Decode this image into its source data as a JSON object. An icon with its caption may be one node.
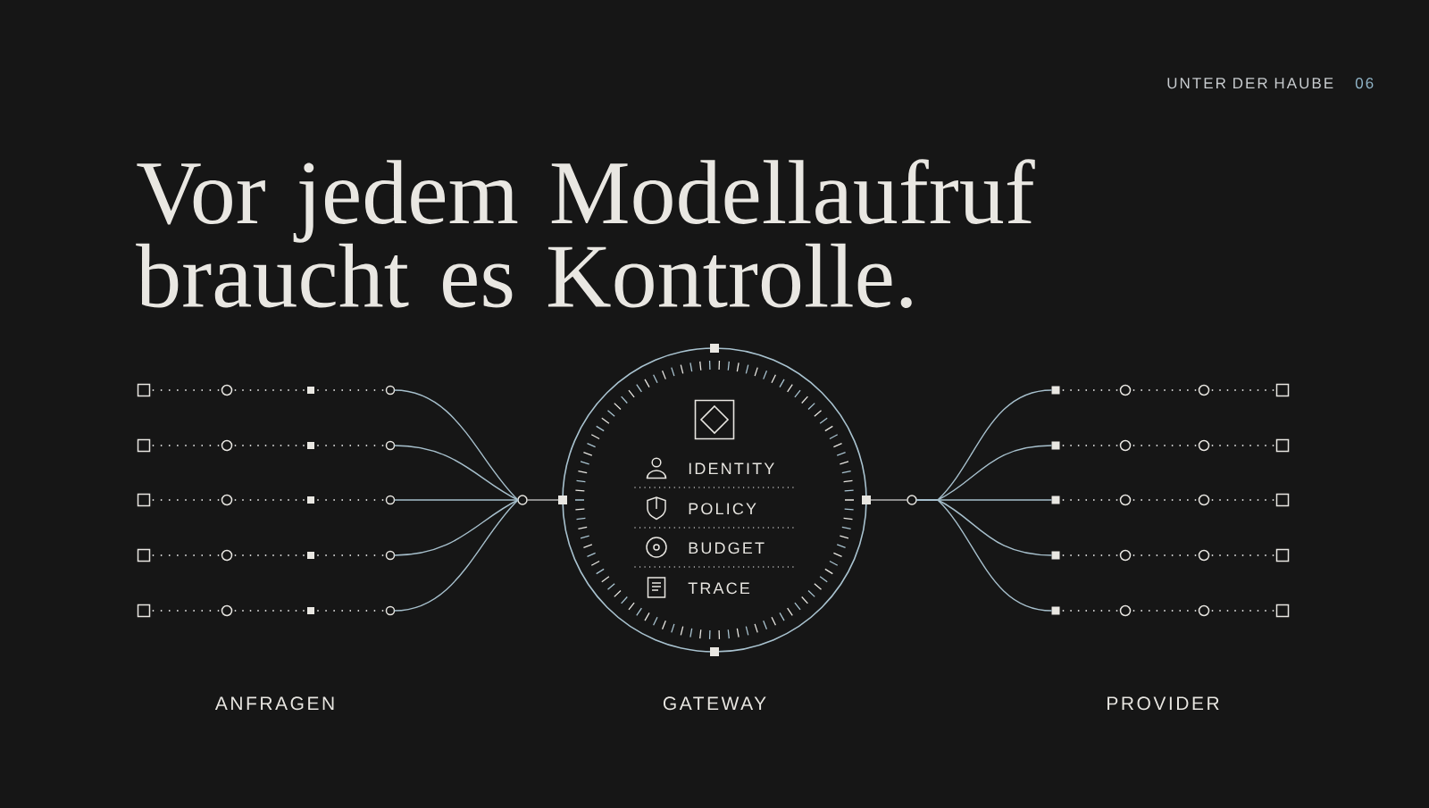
{
  "diagram": {
    "title": "Vor jedem Modellaufruf braucht es Kontrolle.",
    "nodes": [
      {
        "text": [],
        "shape": "box"
      },
      {
        "text": [],
        "shape": "circle"
      },
      {
        "text": [],
        "shape": "box"
      },
      {
        "text": [],
        "shape": "circle"
      },
      {
        "text": [],
        "shape": "box"
      },
      {
        "text": [],
        "shape": "circle"
      },
      {
        "text": [],
        "shape": "box"
      },
      {
        "text": [],
        "shape": "circle"
      },
      {
        "text": [],
        "shape": "box"
      },
      {
        "text": [],
        "shape": "circle"
      },
      {
        "text": [],
        "shape": "box"
      },
      {
        "text": [],
        "shape": "circle"
      },
      {
        "text": [],
        "shape": "box"
      },
      {
        "text": [],
        "shape": "circle"
      },
      {
        "text": [],
        "shape": "box"
      },
      {
        "text": [],
        "shape": "circle"
      },
      {
        "text": [],
        "shape": "box"
      },
      {
        "text": [],
        "shape": "circle"
      },
      {
        "text": [],
        "shape": "box"
      },
      {
        "text": [],
        "shape": "circle"
      },
      {
        "text": [],
        "shape": "circle"
      },
      {
        "text": [
          "IDENTITY",
          "POLICY",
          "BUDGET",
          "TRACE"
        ]
      },
      {
        "text": [],
        "shape": "circle"
      },
      {
        "text": [],
        "shape": "box"
      },
      {
        "text": [],
        "shape": "circle"
      },
      {
        "text": [],
        "shape": "circle"
      },
      {
        "text": [],
        "shape": "box"
      },
      {
        "text": [],
        "shape": "box"
      },
      {
        "text": [],
        "shape": "circle"
      },
      {
        "text": [],
        "shape": "circle"
      },
      {
        "text": [],
        "shape": "box"
      },
      {
        "text": [],
        "shape": "box"
      },
      {
        "text": [],
        "shape": "circle"
      },
      {
        "text": [],
        "shape": "circle"
      },
      {
        "text": [],
        "shape": "box"
      },
      {
        "text": [],
        "shape": "box"
      },
      {
        "text": [],
        "shape": "circle"
      },
      {
        "text": [],
        "shape": "circle"
      },
      {
        "text": [],
        "shape": "box"
      },
      {
        "text": [],
        "shape": "box"
      },
      {
        "text": [],
        "shape": "circle"
      },
      {
        "text": [],
        "shape": "circle"
      },
      {
        "text": [],
        "shape": "box"
      }
    ],
    "edges": [
      {
        "from": 0,
        "to": 1,
        "arrow": "none",
        "style": "dashed"
      },
      {
        "from": 1,
        "to": 2,
        "arrow": "none",
        "style": "dashed"
      },
      {
        "from": 2,
        "to": 3,
        "arrow": "none",
        "style": "dashed"
      },
      {
        "from": 3,
        "to": 20,
        "arrow": "none",
        "color": "#a7c0cd"
      },
      {
        "from": 4,
        "to": 5,
        "arrow": "none",
        "style": "dashed"
      },
      {
        "from": 5,
        "to": 6,
        "arrow": "none",
        "style": "dashed"
      },
      {
        "from": 6,
        "to": 7,
        "arrow": "none",
        "style": "dashed"
      },
      {
        "from": 7,
        "to": 20,
        "arrow": "none",
        "color": "#a7c0cd"
      },
      {
        "from": 8,
        "to": 9,
        "arrow": "none",
        "style": "dashed"
      },
      {
        "from": 9,
        "to": 10,
        "arrow": "none",
        "style": "dashed"
      },
      {
        "from": 10,
        "to": 11,
        "arrow": "none",
        "style": "dashed"
      },
      {
        "from": 11,
        "to": 20,
        "arrow": "none",
        "color": "#a7c0cd"
      },
      {
        "from": 12,
        "to": 13,
        "arrow": "none",
        "style": "dashed"
      },
      {
        "from": 13,
        "to": 14,
        "arrow": "none",
        "style": "dashed"
      },
      {
        "from": 14,
        "to": 15,
        "arrow": "none",
        "style": "dashed"
      },
      {
        "from": 15,
        "to": 20,
        "arrow": "none",
        "color": "#a7c0cd"
      },
      {
        "from": 16,
        "to": 17,
        "arrow": "none",
        "style": "dashed"
      },
      {
        "from": 17,
        "to": 18,
        "arrow": "none",
        "style": "dashed"
      },
      {
        "from": 18,
        "to": 19,
        "arrow": "none",
        "style": "dashed"
      },
      {
        "from": 19,
        "to": 20,
        "arrow": "none",
        "color": "#a7c0cd"
      },
      {
        "from": 20,
        "to": 21,
        "arrow": "none",
        "color": "#b4b4b4"
      },
      {
        "from": 21,
        "to": 22,
        "arrow": "none",
        "color": "#b4b4b4"
      },
      {
        "from": 22,
        "to": 23,
        "arrow": "none",
        "color": "#a7c0cd"
      },
      {
        "from": 23,
        "to": 24,
        "arrow": "none",
        "style": "dashed"
      },
      {
        "from": 24,
        "to": 25,
        "arrow": "none",
        "style": "dashed"
      },
      {
        "from": 25,
        "to": 26,
        "arrow": "none",
        "style": "dashed"
      },
      {
        "from": 22,
        "to": 27,
        "arrow": "none",
        "color": "#a7c0cd"
      },
      {
        "from": 27,
        "to": 28,
        "arrow": "none",
        "style": "dashed"
      },
      {
        "from": 28,
        "to": 29,
        "arrow": "none",
        "style": "dashed"
      },
      {
        "from": 29,
        "to": 30,
        "arrow": "none",
        "style": "dashed"
      },
      {
        "from": 22,
        "to": 31,
        "arrow": "none",
        "color": "#a7c0cd"
      },
      {
        "from": 31,
        "to": 32,
        "arrow": "none",
        "style": "dashed"
      },
      {
        "from": 32,
        "to": 33,
        "arrow": "none",
        "style": "dashed"
      },
      {
        "from": 33,
        "to": 34,
        "arrow": "none",
        "style": "dashed"
      },
      {
        "from": 22,
        "to": 35,
        "arrow": "none",
        "color": "#a7c0cd"
      },
      {
        "from": 35,
        "to": 36,
        "arrow": "none",
        "style": "dashed"
      },
      {
        "from": 36,
        "to": 37,
        "arrow": "none",
        "style": "dashed"
      },
      {
        "from": 37,
        "to": 38,
        "arrow": "none",
        "style": "dashed"
      },
      {
        "from": 22,
        "to": 39,
        "arrow": "none",
        "color": "#a7c0cd"
      },
      {
        "from": 39,
        "to": 40,
        "arrow": "none",
        "style": "dashed"
      },
      {
        "from": 40,
        "to": 41,
        "arrow": "none",
        "style": "dashed"
      },
      {
        "from": 41,
        "to": 42,
        "arrow": "none",
        "style": "dashed"
      }
    ],
    "labels": [
      "UNTER DER HAUBE",
      "06",
      "ANFRAGEN",
      "GATEWAY",
      "PROVIDER"
    ]
  }
}
